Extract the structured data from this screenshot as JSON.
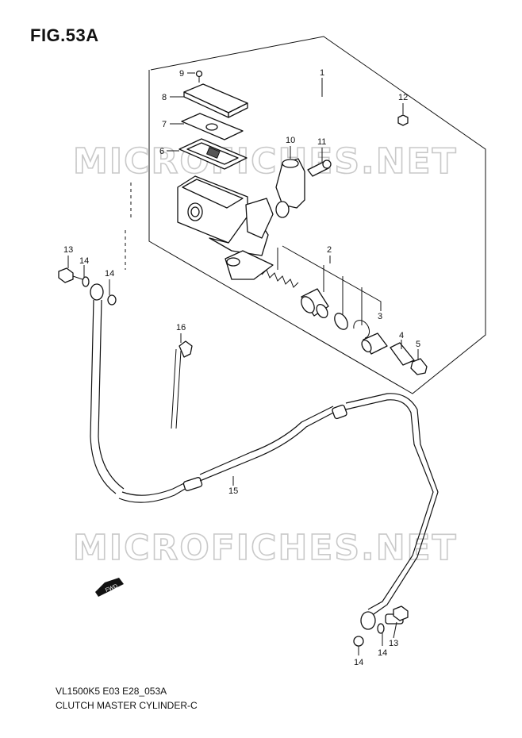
{
  "figure": {
    "title": "FIG.53A",
    "code": "VL1500K5 E03 E28_053A",
    "name": "CLUTCH MASTER CYLINDER-C"
  },
  "watermark": "MICROFICHES.NET",
  "badge": "FWD",
  "callouts": {
    "c1": "1",
    "c2": "2",
    "c3": "3",
    "c4": "4",
    "c5": "5",
    "c6": "6",
    "c7": "7",
    "c8": "8",
    "c9": "9",
    "c10": "10",
    "c11": "11",
    "c12": "12",
    "c13a": "13",
    "c13b": "13",
    "c14a": "14",
    "c14b": "14",
    "c14c": "14",
    "c14d": "14",
    "c15": "15",
    "c16": "16"
  }
}
